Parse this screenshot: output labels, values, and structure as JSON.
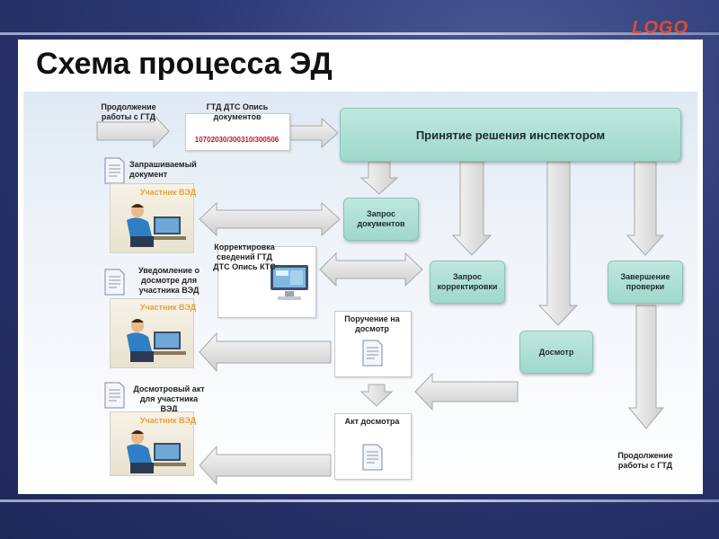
{
  "header": {
    "logo": "LOGO",
    "title": "Схема процесса ЭД"
  },
  "diagram": {
    "continue_top": "Продолжение работы с ГТД",
    "docs_header": "ГТД ДТС Опись документов",
    "docs_numbers": "10702030/300310/300506",
    "decision": "Принятие решения инспектором",
    "requested_doc": "Запрашиваемый документ",
    "participant": "Участник ВЭД",
    "request_docs": "Запрос документов",
    "correction": "Корректировка сведений ГТД ДТС Опись КТС",
    "notice": "Уведомление о досмотре для участника ВЭД",
    "request_correction": "Запрос корректировки",
    "finish": "Завершение проверки",
    "order": "Поручение на досмотр",
    "inspection": "Досмотр",
    "act_for": "Досмотровый акт для участника ВЭД",
    "act": "Акт досмотра",
    "continue_bottom": "Продолжение работы с ГТД"
  },
  "colors": {
    "box_fill": "#a9ddd0",
    "arrow_fill": "#e4e4e4",
    "number_red": "#c0152b",
    "logo": "#e34b2c"
  }
}
